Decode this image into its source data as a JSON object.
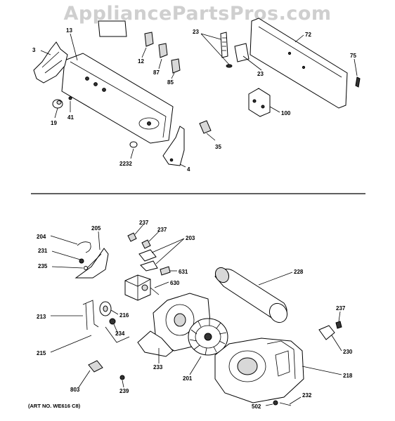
{
  "watermark": "AppliancePartsPros.com",
  "art_number": "(ART NO. WE616 C8)",
  "labels": {
    "l3": "3",
    "l13": "13",
    "l23a": "23",
    "l23b": "23",
    "l72": "72",
    "l75": "75",
    "l12": "12",
    "l87": "87",
    "l85": "85",
    "l100": "100",
    "l19": "19",
    "l41": "41",
    "l35": "35",
    "l2232": "2232",
    "l4": "4",
    "l204": "204",
    "l205": "205",
    "l237a": "237",
    "l237b": "237",
    "l203": "203",
    "l231": "231",
    "l235": "235",
    "l631": "631",
    "l228": "228",
    "l630": "630",
    "l213": "213",
    "l216": "216",
    "l234": "234",
    "l237c": "237",
    "l215": "215",
    "l230": "230",
    "l233": "233",
    "l201": "201",
    "l218": "218",
    "l803": "803",
    "l239": "239",
    "l232": "232",
    "l502": "502"
  }
}
